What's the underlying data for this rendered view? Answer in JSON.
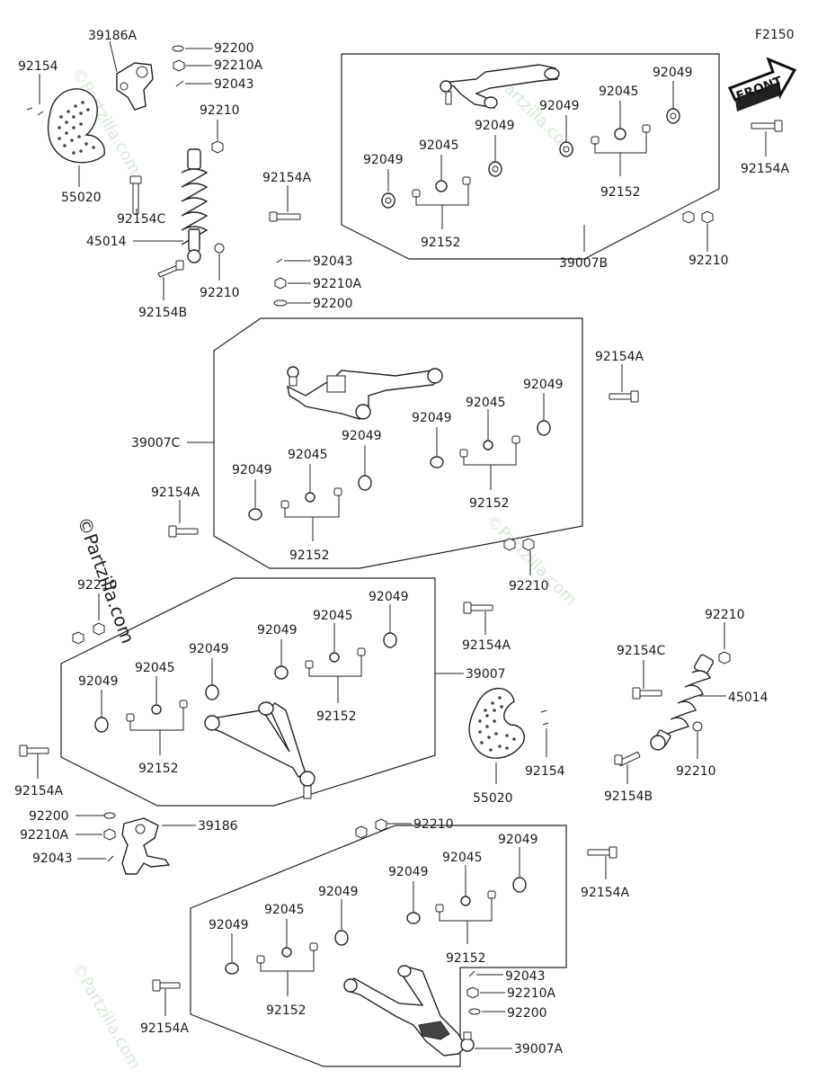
{
  "figure_code": "F2150",
  "front_arrow_label": "FRONT",
  "watermark": "©Partzilla.com",
  "labels": {
    "p39186A": "39186A",
    "p92154_tl": "92154",
    "p92200_t": "92200",
    "p92210A_t": "92210A",
    "p92043_t": "92043",
    "p92210_t1": "92210",
    "p55020_t": "55020",
    "p92154C_t": "92154C",
    "p45014_t": "45014",
    "p92154B_t": "92154B",
    "p92210_t2": "92210",
    "p92154A_t1": "92154A",
    "p92043_m": "92043",
    "p92210A_m": "92210A",
    "p92200_m": "92200",
    "b1_92049_a": "92049",
    "b1_92045_a": "92045",
    "b1_92049_b": "92049",
    "b1_92049_c": "92049",
    "b1_92045_b": "92045",
    "b1_92049_d": "92049",
    "b1_92152_a": "92152",
    "b1_92152_b": "92152",
    "p39007B": "39007B",
    "p92210_r": "92210",
    "p92154A_r1": "92154A",
    "p39007C": "39007C",
    "b2_92049_a": "92049",
    "b2_92045_a": "92045",
    "b2_92049_b": "92049",
    "b2_92049_c": "92049",
    "b2_92045_b": "92045",
    "b2_92049_d": "92049",
    "b2_92152_a": "92152",
    "b2_92152_b": "92152",
    "p92154A_r2": "92154A",
    "p92154A_l2": "92154A",
    "p92210_m2": "92210",
    "p92210_l3": "92210",
    "p39007": "39007",
    "b3_92049_a": "92049",
    "b3_92045_a": "92045",
    "b3_92049_b": "92049",
    "b3_92049_c": "92049",
    "b3_92045_b": "92045",
    "b3_92049_d": "92049",
    "b3_92152_a": "92152",
    "b3_92152_b": "92152",
    "p92154A_m3": "92154A",
    "p92154A_l3": "92154A",
    "p92210_r3": "92210",
    "p92154C_r": "92154C",
    "p45014_r": "45014",
    "p92154_r": "92154",
    "p55020_r": "55020",
    "p92154B_r": "92154B",
    "p92210_r4": "92210",
    "p92200_l4": "92200",
    "p92210A_l4": "92210A",
    "p92043_l4": "92043",
    "p39186": "39186",
    "p92210_m4": "92210",
    "b4_92049_a": "92049",
    "b4_92045_a": "92045",
    "b4_92049_b": "92049",
    "b4_92049_c": "92049",
    "b4_92045_b": "92045",
    "b4_92049_d": "92049",
    "b4_92152_a": "92152",
    "b4_92152_b": "92152",
    "p92154A_r4": "92154A",
    "p92154A_l4": "92154A",
    "p92043_b4": "92043",
    "p92210A_b4": "92210A",
    "p92200_b4": "92200",
    "p39007A": "39007A"
  }
}
